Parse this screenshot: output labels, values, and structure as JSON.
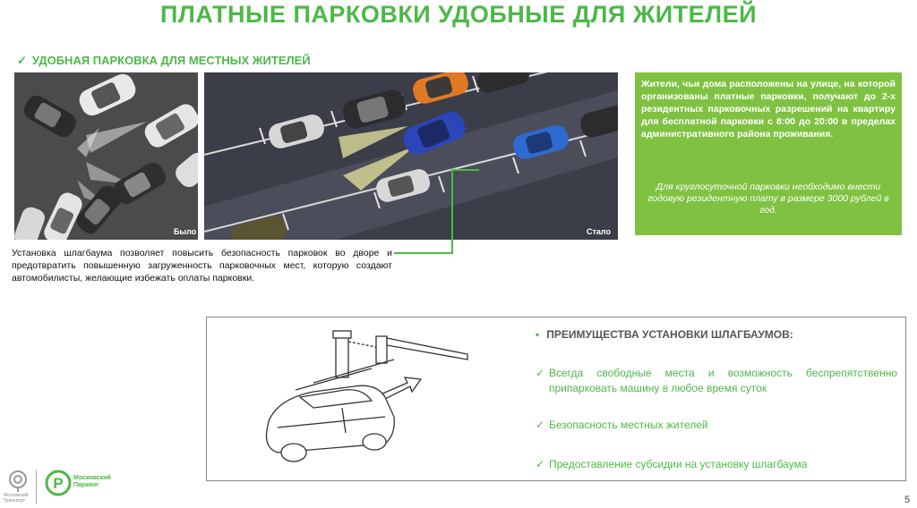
{
  "header": {
    "title": "ПЛАТНЫЕ ПАРКОВКИ УДОБНЫЕ ДЛЯ ЖИТЕЛЕЙ",
    "subtitle_check": "✓",
    "subtitle": "УДОБНАЯ ПАРКОВКА ДЛЯ МЕСТНЫХ ЖИТЕЛЕЙ"
  },
  "images": {
    "before_label": "Было",
    "after_label": "Стало"
  },
  "info_box": {
    "paragraph_main": "Жители, чьи дома расположены на улице, на которой организованы платные парковки, получают до 2-х резидентных парковочных разрешений на квартиру для бесплатной парковки с 8:00 до 20:00 в пределах административного района проживания.",
    "paragraph_note": "Для круглосуточной парковки необходимо внести годовую резидентную плату в размере 3000 рублей в год."
  },
  "caption": "Установка шлагбаума позволяет повысить безопасность парковок во дворе и предотвратить повышенную загруженность парковочных мест, которую создают автомобилисты, желающие избежать оплаты парковки.",
  "benefits": {
    "bullet": "▪",
    "title": "ПРЕИМУЩЕСТВА УСТАНОВКИ ШЛАГБАУМОВ:",
    "check": "✓",
    "items": [
      "Всегда свободные места и возможность беспрепятственно припарковать машину в любое время суток",
      "Безопасность местных жителей",
      "Предоставление субсидии на установку шлагбаума"
    ]
  },
  "footer": {
    "logo1_text_1": "Московский",
    "logo1_text_2": "Транспорт",
    "logo2_text_1": "Московский",
    "logo2_text_2": "Паркинг",
    "page_number": "5"
  },
  "colors": {
    "brand_green": "#4db848",
    "box_green": "#7fc242"
  }
}
